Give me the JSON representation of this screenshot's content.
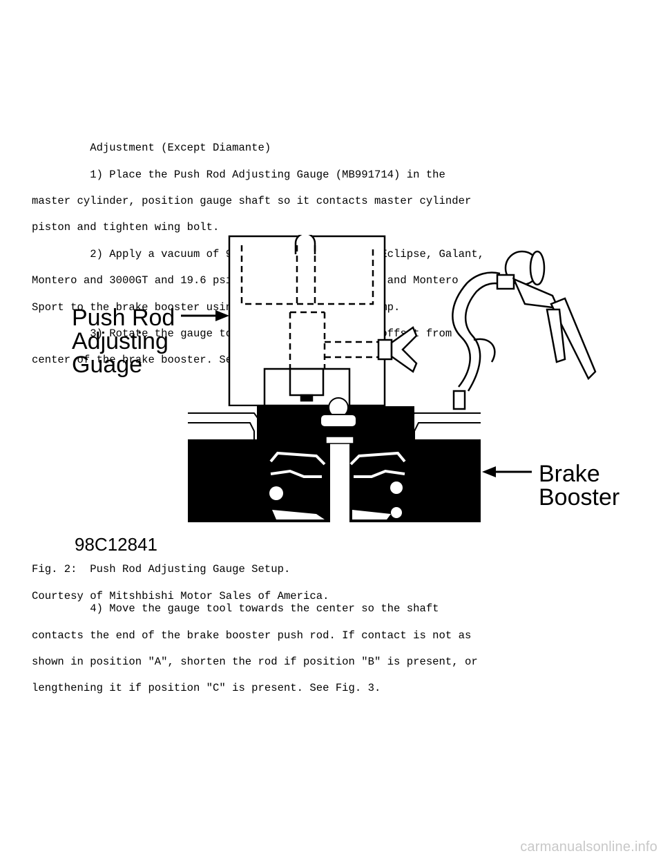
{
  "text_top": [
    "         Adjustment (Except Diamante)",
    "         1) Place the Push Rod Adjusting Gauge (MB991714) in the",
    "master cylinder, position gauge shaft so it contacts master cylinder",
    "piston and tighten wing bolt.",
    "         2) Apply a vacuum of 9.7 psi (-66.7 kPa) for Eclipse, Galant,",
    "Montero and 3000GT and 19.6 psi (-66.7 kPa) for Mirage and Montero",
    "Sport to the brake booster using a hand held vacuum pump.",
    "         3) Rotate the gauge tool so it is positioned offset from",
    "center of the brake booster. See Fig. 2."
  ],
  "figure": {
    "label_push_rod": [
      "Push Rod",
      "Adjusting",
      "Guage"
    ],
    "label_brake_booster": [
      "Brake",
      "Booster"
    ],
    "figure_code": "98C12841"
  },
  "caption": [
    "Fig. 2:  Push Rod Adjusting Gauge Setup.",
    "Courtesy of Mitshbishi Motor Sales of America."
  ],
  "text_bottom": [
    "         4) Move the gauge tool towards the center so the shaft",
    "contacts the end of the brake booster push rod. If contact is not as",
    "shown in position \"A\", shorten the rod if position \"B\" is present, or",
    "lengthening it if position \"C\" is present. See Fig. 3."
  ],
  "watermark": "carmanualsonline.info"
}
